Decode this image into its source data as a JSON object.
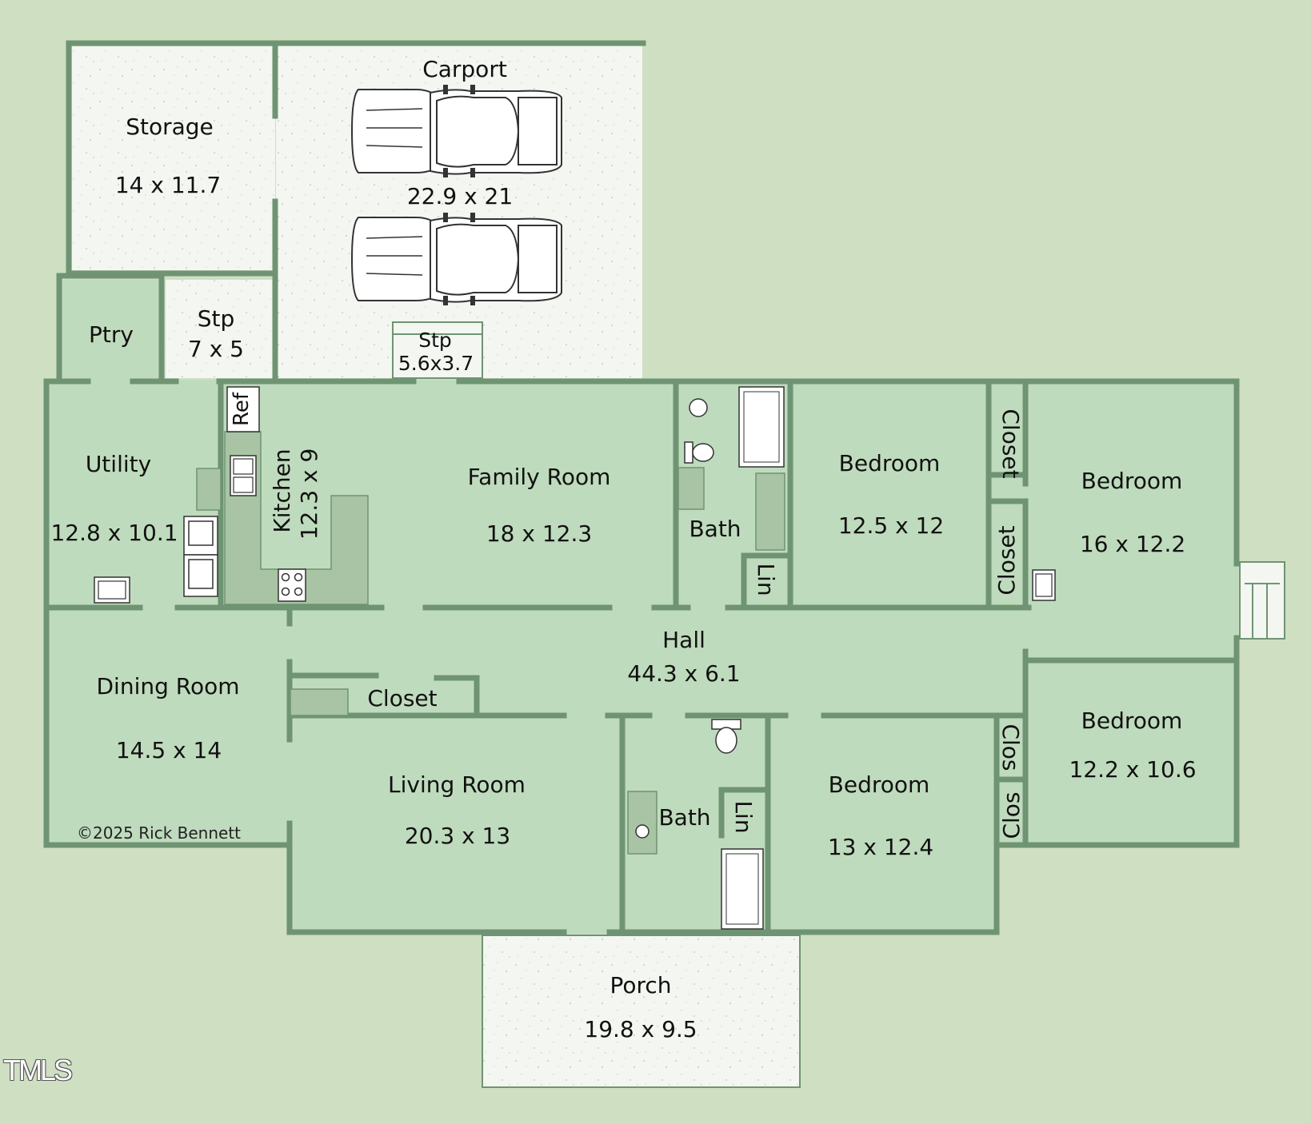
{
  "rooms": {
    "storage": {
      "name": "Storage",
      "dims": "14 x 11.7"
    },
    "carport": {
      "name": "Carport",
      "dims": "22.9 x 21"
    },
    "pantry": {
      "name": "Ptry"
    },
    "step_left": {
      "name": "Stp",
      "dims": "7 x 5"
    },
    "step_carport": {
      "name": "Stp",
      "dims": "5.6x3.7"
    },
    "utility": {
      "name": "Utility",
      "dims": "12.8 x 10.1"
    },
    "refrigerator": {
      "name": "Ref"
    },
    "kitchen": {
      "name": "Kitchen",
      "dims": "12.3 x 9"
    },
    "family_room": {
      "name": "Family Room",
      "dims": "18 x 12.3"
    },
    "bath_1": {
      "name": "Bath"
    },
    "linen_1": {
      "name": "Lin"
    },
    "bedroom_1": {
      "name": "Bedroom",
      "dims": "12.5 x 12"
    },
    "closet_bed1": {
      "name": "Closet"
    },
    "closet_bed2": {
      "name": "Closet"
    },
    "bedroom_2": {
      "name": "Bedroom",
      "dims": "16 x 12.2"
    },
    "hall": {
      "name": "Hall",
      "dims": "44.3 x 6.1"
    },
    "dining_room": {
      "name": "Dining Room",
      "dims": "14.5 x 14"
    },
    "hall_closet": {
      "name": "Closet"
    },
    "living_room": {
      "name": "Living Room",
      "dims": "20.3 x 13"
    },
    "bath_2": {
      "name": "Bath"
    },
    "linen_2": {
      "name": "Lin"
    },
    "bedroom_3": {
      "name": "Bedroom",
      "dims": "13 x 12.4"
    },
    "clos_a": {
      "name": "Clos"
    },
    "clos_b": {
      "name": "Clos"
    },
    "bedroom_4": {
      "name": "Bedroom",
      "dims": "12.2 x 10.6"
    },
    "porch": {
      "name": "Porch",
      "dims": "19.8 x 9.5"
    }
  },
  "copyright": "©2025 Rick Bennett",
  "watermark": "TMLS",
  "colors": {
    "background": "#cfdfc2",
    "floor": "#bfdbbd",
    "wall": "#6f9473",
    "counter": "#a8c4a4",
    "concrete": "#f2f5f0"
  }
}
